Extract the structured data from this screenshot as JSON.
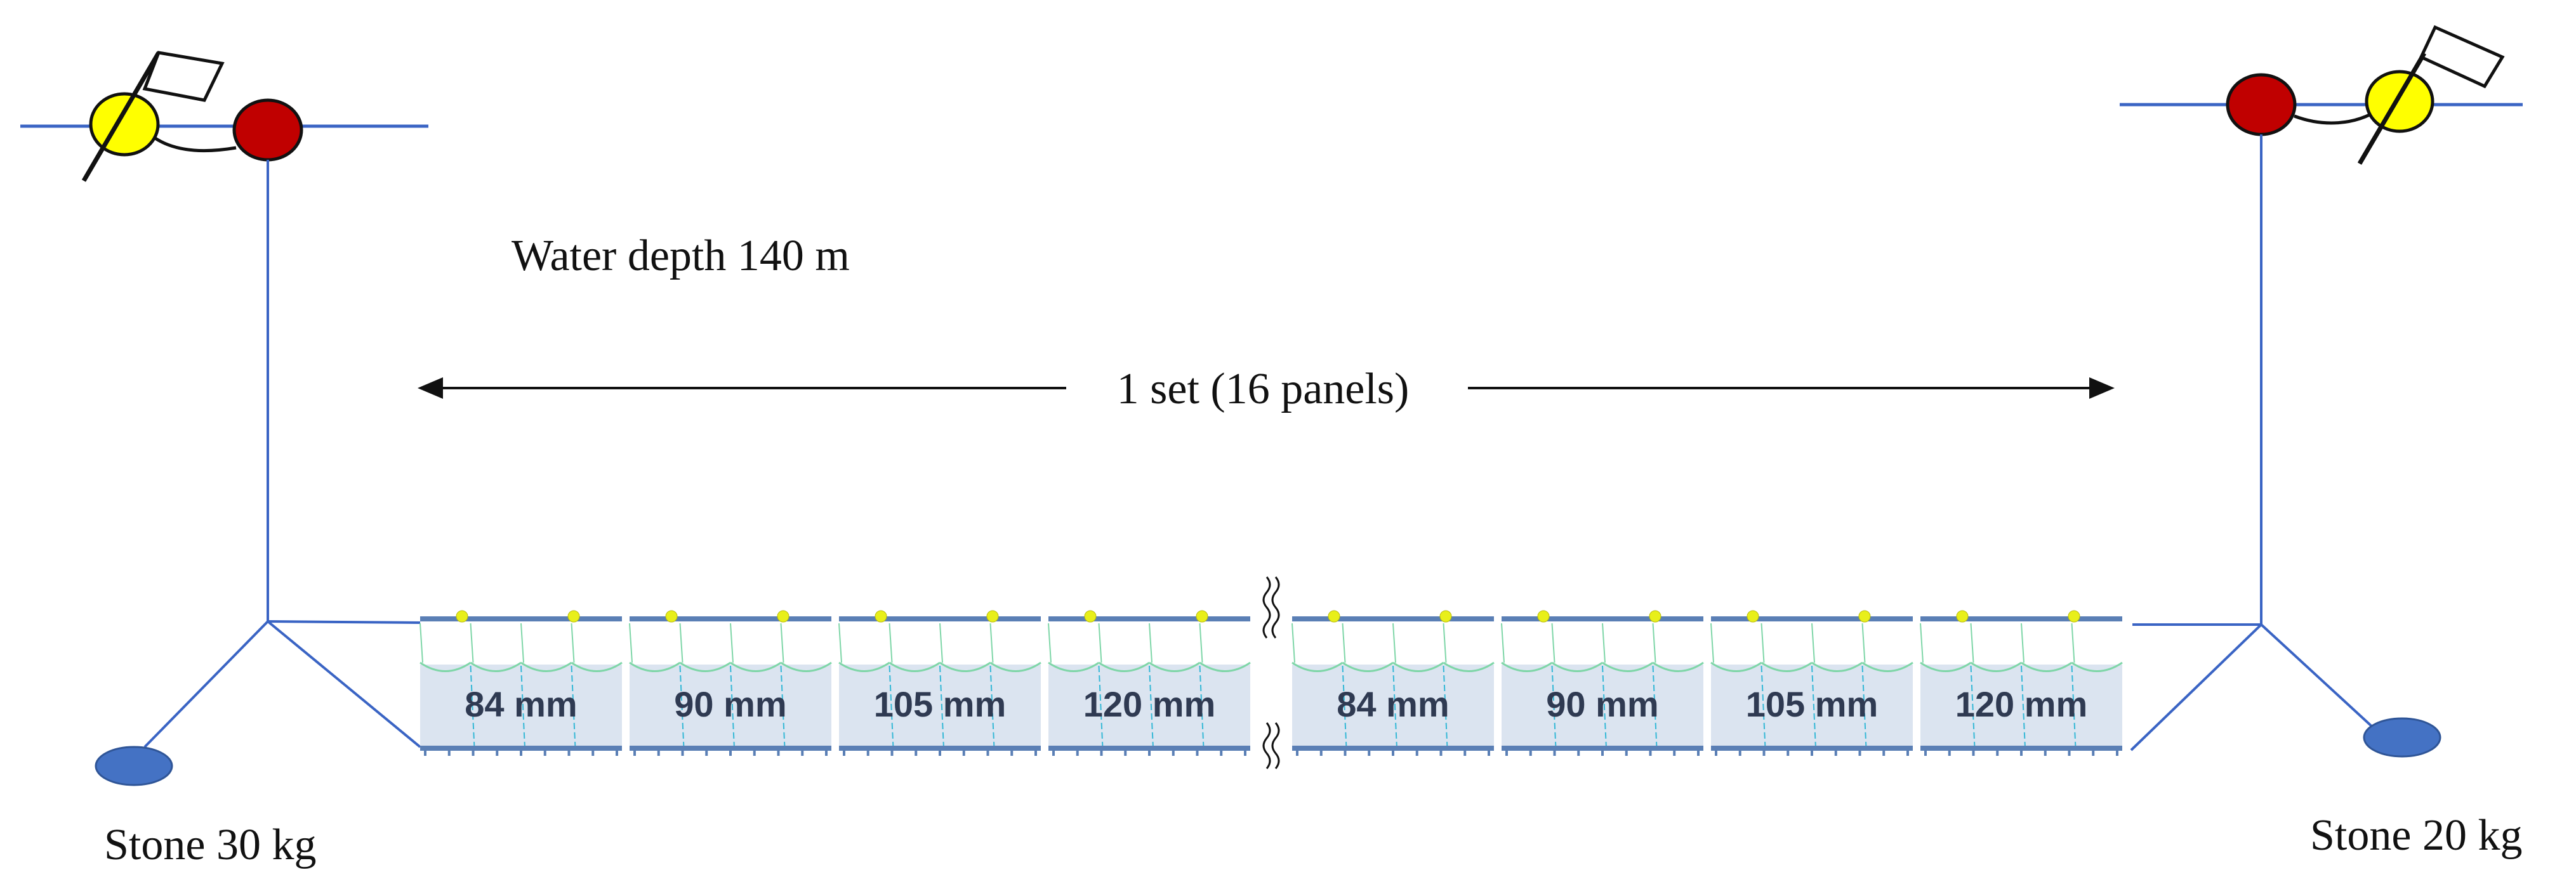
{
  "labels": {
    "water_depth": "Water depth 140 m",
    "set": "1 set (16 panels)",
    "stone_left": "Stone 30 kg",
    "stone_right": "Stone 20 kg"
  },
  "panels": [
    "84 mm",
    "90 mm",
    "105 mm",
    "120 mm",
    "84 mm",
    "90 mm",
    "105 mm",
    "120 mm"
  ],
  "colors": {
    "line": "#3a64c4",
    "buoy_red": "#c00000",
    "buoy_yellow": "#ffff00",
    "stone": "#4472c4",
    "net_fill": "#dbe4f0",
    "float": "#e8ef1a",
    "headrope": "#5a7fb5",
    "mesh_green": "#7fd6a8",
    "mesh_cyan": "#35b8d6",
    "text": "#111111",
    "panel_text": "#2f3a52"
  },
  "icons": {
    "buoy_flag": "flag-icon",
    "buoy": "buoy-icon",
    "anchor": "stone-icon",
    "break": "break-mark-icon"
  }
}
